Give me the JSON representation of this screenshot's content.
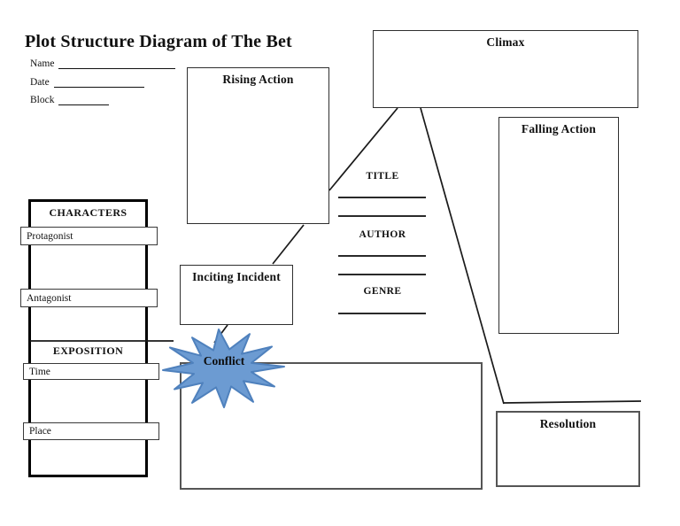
{
  "header": {
    "title": "Plot Structure Diagram of The Bet",
    "fields": [
      {
        "label": "Name"
      },
      {
        "label": "Date"
      },
      {
        "label": "Block"
      }
    ]
  },
  "plot": {
    "rising_action": "Rising Action",
    "climax": "Climax",
    "falling_action": "Falling Action",
    "inciting_incident": "Inciting Incident",
    "conflict": "Conflict",
    "resolution": "Resolution"
  },
  "characters": {
    "heading": "CHARACTERS",
    "protagonist": "Protagonist",
    "antagonist": "Antagonist",
    "exposition_heading": "EXPOSITION",
    "time": "Time",
    "place": "Place"
  },
  "story_info": {
    "title_label": "TITLE",
    "author_label": "AUTHOR",
    "genre_label": "GENRE"
  },
  "colors": {
    "star_fill": "#6C9BD2",
    "star_stroke": "#4F81BD",
    "line_color": "#1a1a1a"
  }
}
